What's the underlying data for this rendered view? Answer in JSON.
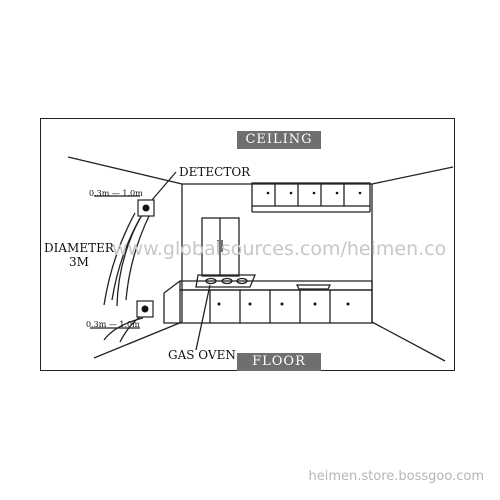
{
  "diagram": {
    "ceiling_label": "CEILING",
    "floor_label": "FLOOR",
    "detector_label": "DETECTOR",
    "gas_oven_label": "GAS OVEN",
    "diameter_label_line1": "DIAMETER",
    "diameter_label_line2": "3M",
    "distance_top": "0.3m — 1.0m",
    "distance_bottom": "0.3m — 1.0m"
  },
  "watermark": "www.globalsources.com/heimen.co",
  "footer": "heimen.store.bossgoo.com",
  "icons": [
    "detector-icon",
    "detector-icon",
    "gas-stove-icon",
    "refrigerator-icon"
  ],
  "colors": {
    "tag_bg": "#6f6f6f",
    "line": "#222222",
    "watermark": "#c7c7c7"
  }
}
